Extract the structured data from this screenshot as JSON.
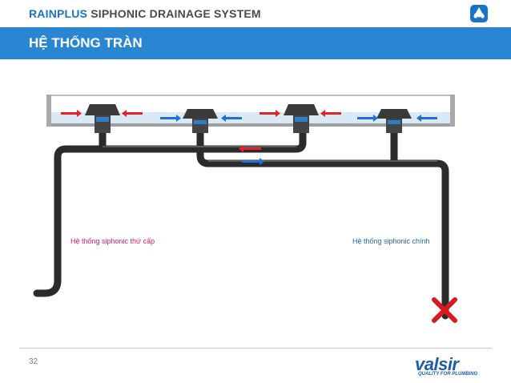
{
  "header": {
    "brand_part1": "RAINPLUS",
    "brand_part2": "SIPHONIC DRAINAGE SYSTEM",
    "slide_title": "HỆ THỐNG TRÀN"
  },
  "diagram": {
    "label_secondary": "Hệ thống siphonic thứ cấp",
    "label_primary": "Hệ thống siphonic chính"
  },
  "footer": {
    "page_number": "32",
    "logo_name": "valsir",
    "logo_tagline": "QUALITY FOR PLUMBING"
  },
  "colors": {
    "brand_blue": "#1a73c4",
    "title_bar": "#2a86d3",
    "pipe": "#2b2b2b",
    "arrow_red": "#e8202a",
    "arrow_blue": "#1f6fd6",
    "label_pink": "#e0176d",
    "label_blue": "#2466b8",
    "blocked_red": "#d8191f"
  },
  "icons": [
    "water-drops-icon",
    "roof-outlet-icon",
    "flow-arrow-icon",
    "blocked-x-icon"
  ]
}
